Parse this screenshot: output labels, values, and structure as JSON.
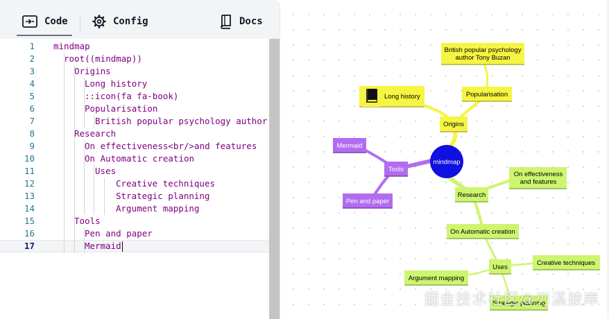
{
  "tabs": {
    "code": "Code",
    "config": "Config",
    "docs": "Docs"
  },
  "editor": {
    "active_line": 17,
    "lines": [
      {
        "n": "1",
        "indent": 0,
        "text": "mindmap"
      },
      {
        "n": "2",
        "indent": 1,
        "text": "root((mindmap))"
      },
      {
        "n": "3",
        "indent": 2,
        "text": "Origins"
      },
      {
        "n": "4",
        "indent": 3,
        "text": "Long history"
      },
      {
        "n": "5",
        "indent": 3,
        "text": "::icon(fa fa-book)"
      },
      {
        "n": "6",
        "indent": 3,
        "text": "Popularisation"
      },
      {
        "n": "7",
        "indent": 4,
        "text": "British popular psychology author Ton"
      },
      {
        "n": "8",
        "indent": 2,
        "text": "Research"
      },
      {
        "n": "9",
        "indent": 3,
        "text": "On effectiveness<br/>and features"
      },
      {
        "n": "10",
        "indent": 3,
        "text": "On Automatic creation"
      },
      {
        "n": "11",
        "indent": 4,
        "text": "Uses"
      },
      {
        "n": "12",
        "indent": 6,
        "text": "Creative techniques"
      },
      {
        "n": "13",
        "indent": 6,
        "text": "Strategic planning"
      },
      {
        "n": "14",
        "indent": 6,
        "text": "Argument mapping"
      },
      {
        "n": "15",
        "indent": 2,
        "text": "Tools"
      },
      {
        "n": "16",
        "indent": 3,
        "text": "Pen and paper"
      },
      {
        "n": "17",
        "indent": 3,
        "text": "Mermaid"
      }
    ]
  },
  "mindmap": {
    "root": "mindmap",
    "origins": "Origins",
    "long_history": "Long history",
    "long_history_icon": "book-icon",
    "popularisation": "Popularisation",
    "buzan_line1": "British popular psychology",
    "buzan_line2": "author Tony Buzan",
    "research": "Research",
    "effectiveness_line1": "On effectiveness",
    "effectiveness_line2": "and features",
    "automatic_creation": "On Automatic creation",
    "uses": "Uses",
    "creative_techniques": "Creative techniques",
    "strategic_planning": "Strategic planning",
    "argument_mapping": "Argument mapping",
    "tools": "Tools",
    "pen_and_paper": "Pen and paper",
    "mermaid": "Mermaid"
  },
  "colors": {
    "root": "#1010e0",
    "origins_branch": "#f5f542",
    "research_branch": "#cdf56f",
    "tools_branch": "#b26cf0"
  },
  "watermark": "掘金技术社区@刃溪彼岸"
}
